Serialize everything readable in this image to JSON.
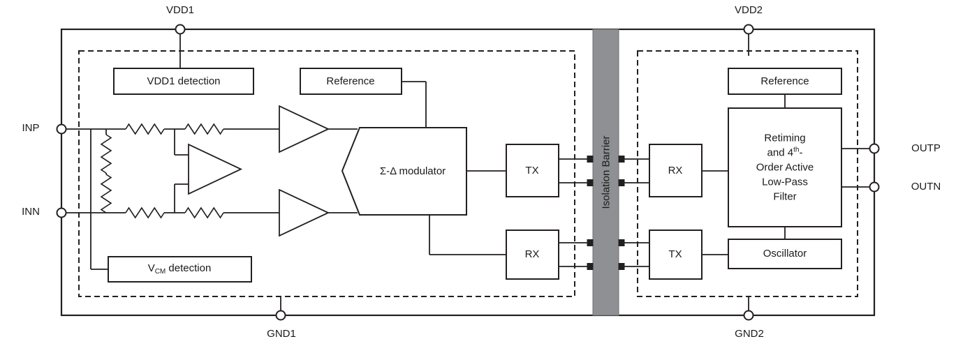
{
  "pins": {
    "vdd1": "VDD1",
    "vdd2": "VDD2",
    "gnd1": "GND1",
    "gnd2": "GND2",
    "inp": "INP",
    "inn": "INN",
    "outp": "OUTP",
    "outn": "OUTN"
  },
  "blocks": {
    "vdd1_detection": "VDD1 detection",
    "reference_left": "Reference",
    "sigma_delta": "Σ-Δ modulator",
    "tx_left": "TX",
    "rx_left": "RX",
    "vcm": {
      "pre": "V",
      "sub": "CM",
      "post": " detection"
    },
    "isolation_barrier": "Isolation Barrier",
    "rx_right": "RX",
    "tx_right": "TX",
    "reference_right": "Reference",
    "retiming": {
      "line1": "Retiming",
      "line2_pre": "and 4",
      "line2_sup": "th",
      "line2_post": "-",
      "line3": "Order Active",
      "line4": "Low-Pass",
      "line5": "Filter"
    },
    "oscillator": "Oscillator"
  },
  "colors": {
    "line": "#231f20",
    "barrier_fill": "#8e9093",
    "background": "#ffffff"
  }
}
